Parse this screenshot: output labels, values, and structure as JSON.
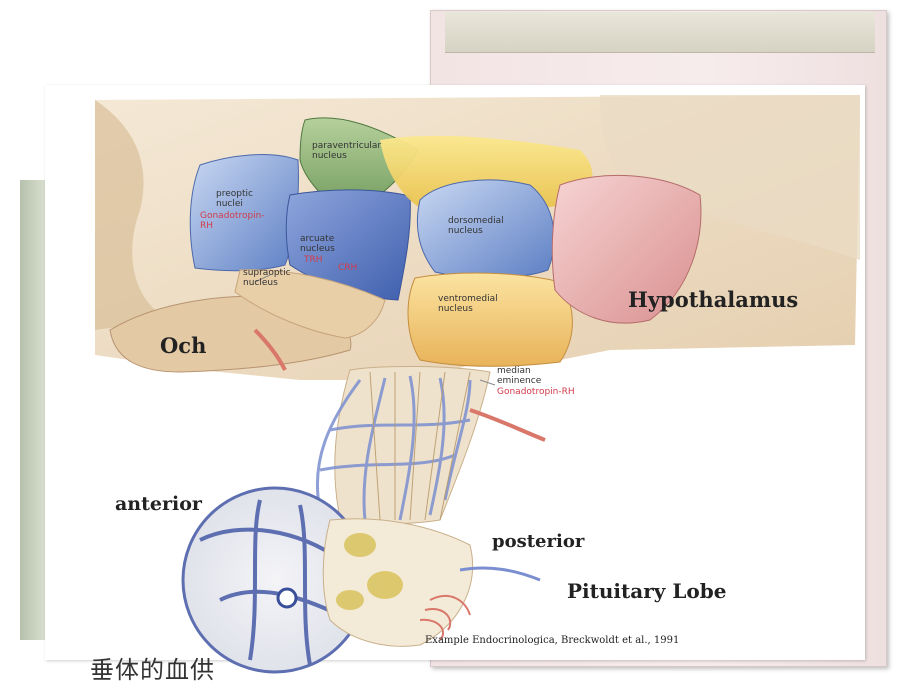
{
  "labels": {
    "hypothalamus": "Hypothalamus",
    "och": "Och",
    "anterior": "anterior",
    "posterior": "posterior",
    "pituitary_lobe": "Pituitary Lobe",
    "paraventricular": "paraventricular\nnucleus",
    "preoptic": "preoptic\nnuclei",
    "gonadotropin_rh_1": "Gonadotropin-\nRH",
    "arcuate": "arcuate\nnucleus",
    "trh": "TRH",
    "crh": "CRH",
    "supraoptic": "supraoptic\nnucleus",
    "dorsomedial": "dorsomedial\nnucleus",
    "ventromedial": "ventromedial\nnucleus",
    "median_eminence": "median\neminence",
    "gonadotropin_rh_2": "Gonadotropin-RH"
  },
  "citation": "Example Endocrinologica, Breckwoldt et al., 1991",
  "caption": "垂体的血供",
  "colors": {
    "accent_red": "#d23b4b",
    "nucleus_blue": "#7f9fd6",
    "nucleus_green": "#8fb07a",
    "nucleus_yellow": "#f0d36a",
    "nucleus_pink": "#e8b3b3"
  }
}
